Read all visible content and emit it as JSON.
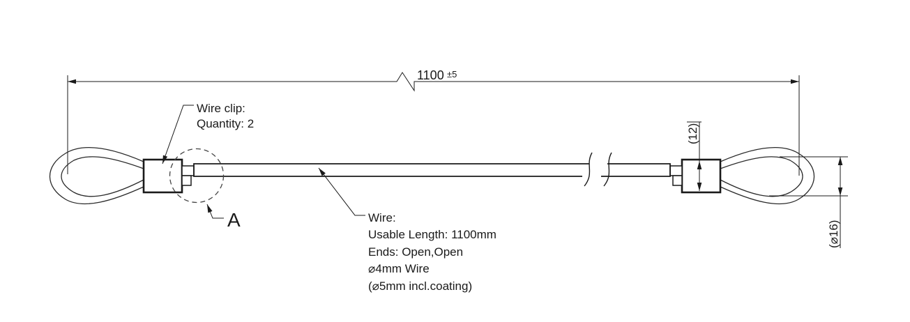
{
  "drawing": {
    "background": "#ffffff",
    "line_color": "#1a1a1a",
    "overall_dimension": {
      "value": "1100",
      "tolerance": "±5"
    },
    "clip_width_dimension": "(12)",
    "loop_diameter_dimension": "(⌀16)",
    "wire_clip_label": [
      "Wire clip:",
      "Quantity: 2"
    ],
    "wire_label": [
      "Wire:",
      "Usable Length: 1100mm",
      "Ends: Open,Open",
      "⌀4mm Wire",
      "(⌀5mm incl.coating)"
    ],
    "detail_marker": "A"
  }
}
